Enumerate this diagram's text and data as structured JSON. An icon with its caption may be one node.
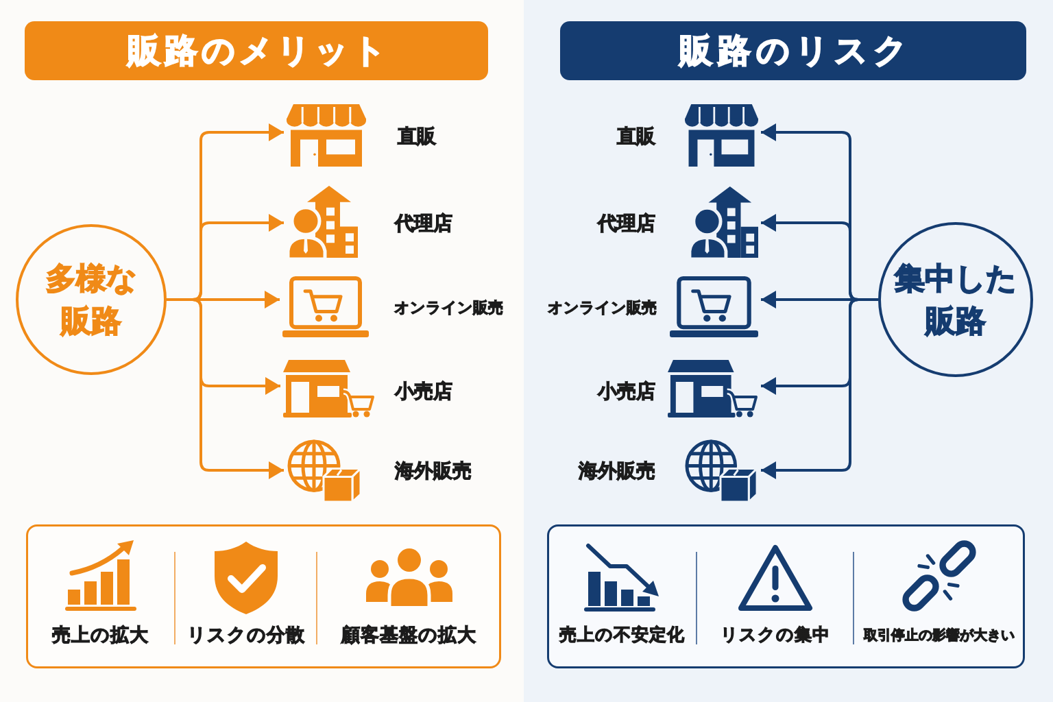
{
  "diagram": {
    "nodes": [
      {
        "text": [
          "販路のメリット"
        ]
      },
      {
        "text": [
          "多様な販路"
        ]
      },
      {
        "text": [],
        "shape": "picture",
        "beside": [
          "直販"
        ]
      },
      {
        "text": [],
        "shape": "picture",
        "beside": [
          "代理店"
        ]
      },
      {
        "text": [],
        "shape": "picture",
        "beside": [
          "オンライン販売"
        ]
      },
      {
        "text": [],
        "shape": "picture",
        "beside": [
          "小売店"
        ]
      },
      {
        "text": [],
        "shape": "picture",
        "beside": [
          "海外販売"
        ]
      },
      {
        "text": [
          "売上の拡大",
          "リスクの分散",
          "顧客基盤の拡大"
        ]
      },
      {
        "text": [
          "販路のリスク"
        ]
      },
      {
        "text": [],
        "shape": "picture",
        "beside": [
          "直販"
        ]
      },
      {
        "text": [],
        "shape": "picture",
        "beside": [
          "代理店"
        ]
      },
      {
        "text": [],
        "shape": "picture",
        "beside": [
          "オンライン販売"
        ]
      },
      {
        "text": [],
        "shape": "picture",
        "beside": [
          "小売店"
        ]
      },
      {
        "text": [],
        "shape": "picture",
        "beside": [
          "海外販売"
        ]
      },
      {
        "text": [
          "集中した販路"
        ]
      },
      {
        "text": [
          "売上の不安定化",
          "リスクの集中",
          "取引停止の影響が大きい"
        ]
      }
    ],
    "edges": [
      {
        "from": 1,
        "to": 2,
        "arrow": "to",
        "color": "#f08a17"
      },
      {
        "from": 1,
        "to": 3,
        "arrow": "to",
        "color": "#f08a17"
      },
      {
        "from": 1,
        "to": 4,
        "arrow": "to",
        "color": "#f08a17"
      },
      {
        "from": 1,
        "to": 5,
        "arrow": "to",
        "color": "#f08a17"
      },
      {
        "from": 1,
        "to": 6,
        "arrow": "to",
        "color": "#f08a17"
      },
      {
        "from": 14,
        "to": 9,
        "arrow": "to",
        "color": "#153c70"
      },
      {
        "from": 14,
        "to": 10,
        "arrow": "to",
        "color": "#153c70"
      },
      {
        "from": 14,
        "to": 11,
        "arrow": "to",
        "color": "#153c70"
      },
      {
        "from": 14,
        "to": 12,
        "arrow": "to",
        "color": "#153c70"
      },
      {
        "from": 14,
        "to": 13,
        "arrow": "to",
        "color": "#153c70"
      }
    ]
  }
}
